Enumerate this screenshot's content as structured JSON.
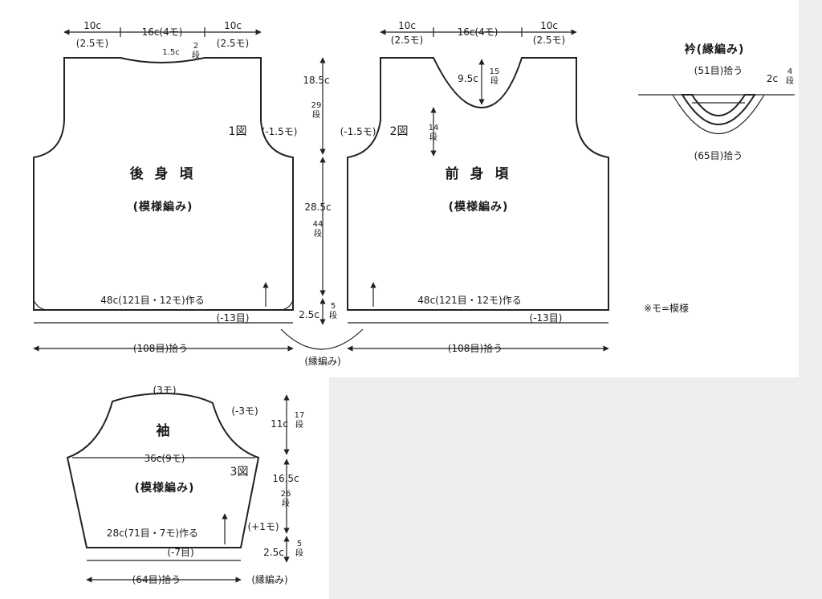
{
  "back": {
    "title": "後 身 頃",
    "subtitle": "(模様編み)",
    "figure": "1図",
    "top_left": [
      "10c",
      "(2.5モ)"
    ],
    "top_mid": "16c(4モ)",
    "top_right": [
      "10c",
      "(2.5モ)"
    ],
    "neck_depth": "1.5c",
    "neck_rows": [
      "2",
      "段"
    ],
    "armhole_dec": "(-1.5モ)",
    "cast_on": "48c(121目・12モ)作る",
    "dec": "(-13目)",
    "pickup": "(108目)拾う"
  },
  "front": {
    "title": "前 身 頃",
    "subtitle": "(模様編み)",
    "figure": "2図",
    "top_left": [
      "10c",
      "(2.5モ)"
    ],
    "top_mid": "16c(4モ)",
    "top_right": [
      "10c",
      "(2.5モ)"
    ],
    "neck_depth": "9.5c",
    "neck_rows": [
      "15",
      "段"
    ],
    "armhole_dec": "(-1.5モ)",
    "armhole_rows": [
      "14",
      "段"
    ],
    "cast_on": "48c(121目・12モ)作る",
    "dec": "(-13目)",
    "pickup": "(108目)拾う"
  },
  "center_dims": {
    "upper": "18.5c",
    "upper_rows": [
      "29",
      "段"
    ],
    "middle": "28.5c",
    "middle_rows": [
      "44",
      "段"
    ],
    "lower": "2.5c",
    "lower_rows": [
      "5",
      "段"
    ],
    "edging": "(縁編み)"
  },
  "collar": {
    "title": "衿(縁編み)",
    "inner_pickup": "(51目)拾う",
    "outer_pickup": "(65目)拾う",
    "height": "2c",
    "rows": [
      "4",
      "段"
    ]
  },
  "note": "※モ=模様",
  "sleeve": {
    "title": "袖",
    "subtitle": "(模様編み)",
    "figure": "3図",
    "cap_top": "(3モ)",
    "cap_dec": "(-3モ)",
    "width": "36c(9モ)",
    "cap_height": "11c",
    "cap_rows": [
      "17",
      "段"
    ],
    "body_height": "16.5c",
    "body_rows": [
      "26",
      "段"
    ],
    "inc": "(+1モ)",
    "cast_on": "28c(71目・7モ)作る",
    "dec": "(-7目)",
    "cuff_height": "2.5c",
    "cuff_rows": [
      "5",
      "段"
    ],
    "pickup": "(64目)拾う",
    "edging": "(縁編み)"
  }
}
